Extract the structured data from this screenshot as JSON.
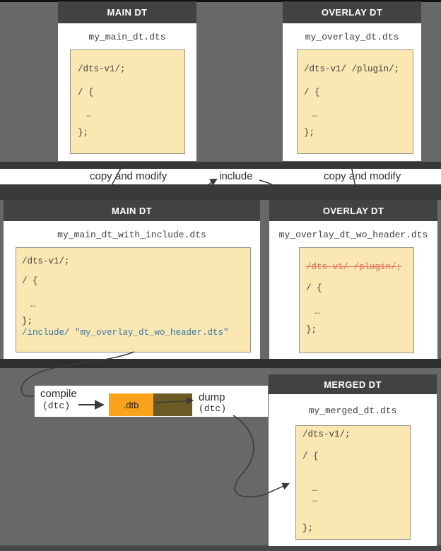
{
  "colors": {
    "background": "#686868",
    "card_header": "#424242",
    "card_body": "#ffffff",
    "code_box": "#FBE7B2",
    "include_text": "#3579A8",
    "strike_text": "#E8695A",
    "dtb_box": "#F9A21B",
    "blob_box": "#6C5A24",
    "arrow": "#3a3a3a"
  },
  "labels": {
    "copy_and_modify_left": "copy and modify",
    "include": "include",
    "copy_and_modify_right": "copy and modify",
    "compile": "compile",
    "compile_tool": "(dtc)",
    "dump": "dump",
    "dump_tool": "(dtc)",
    "dtb": ".dtb"
  },
  "cards": {
    "top_main": {
      "header": "MAIN DT",
      "filename": "my_main_dt.dts",
      "code": [
        "/dts-v1/;",
        "/ {",
        "…",
        "};"
      ]
    },
    "top_overlay": {
      "header": "OVERLAY DT",
      "filename": "my_overlay_dt.dts",
      "code": [
        "/dts-v1/ /plugin/;",
        "/ {",
        "…",
        "};"
      ]
    },
    "mid_main": {
      "header": "MAIN DT",
      "filename": "my_main_dt_with_include.dts",
      "code": [
        "/dts-v1/;",
        "/ {",
        "…",
        "};",
        "/include/ \"my_overlay_dt_wo_header.dts\""
      ]
    },
    "mid_overlay": {
      "header": "OVERLAY DT",
      "filename": "my_overlay_dt_wo_header.dts",
      "code": [
        "/dts-v1/ /plugin/;",
        "/ {",
        "…",
        "};"
      ]
    },
    "merged": {
      "header": "MERGED DT",
      "filename": "my_merged_dt.dts",
      "code": [
        "/dts-v1/;",
        "/ {",
        "…",
        "…",
        "};"
      ]
    }
  }
}
